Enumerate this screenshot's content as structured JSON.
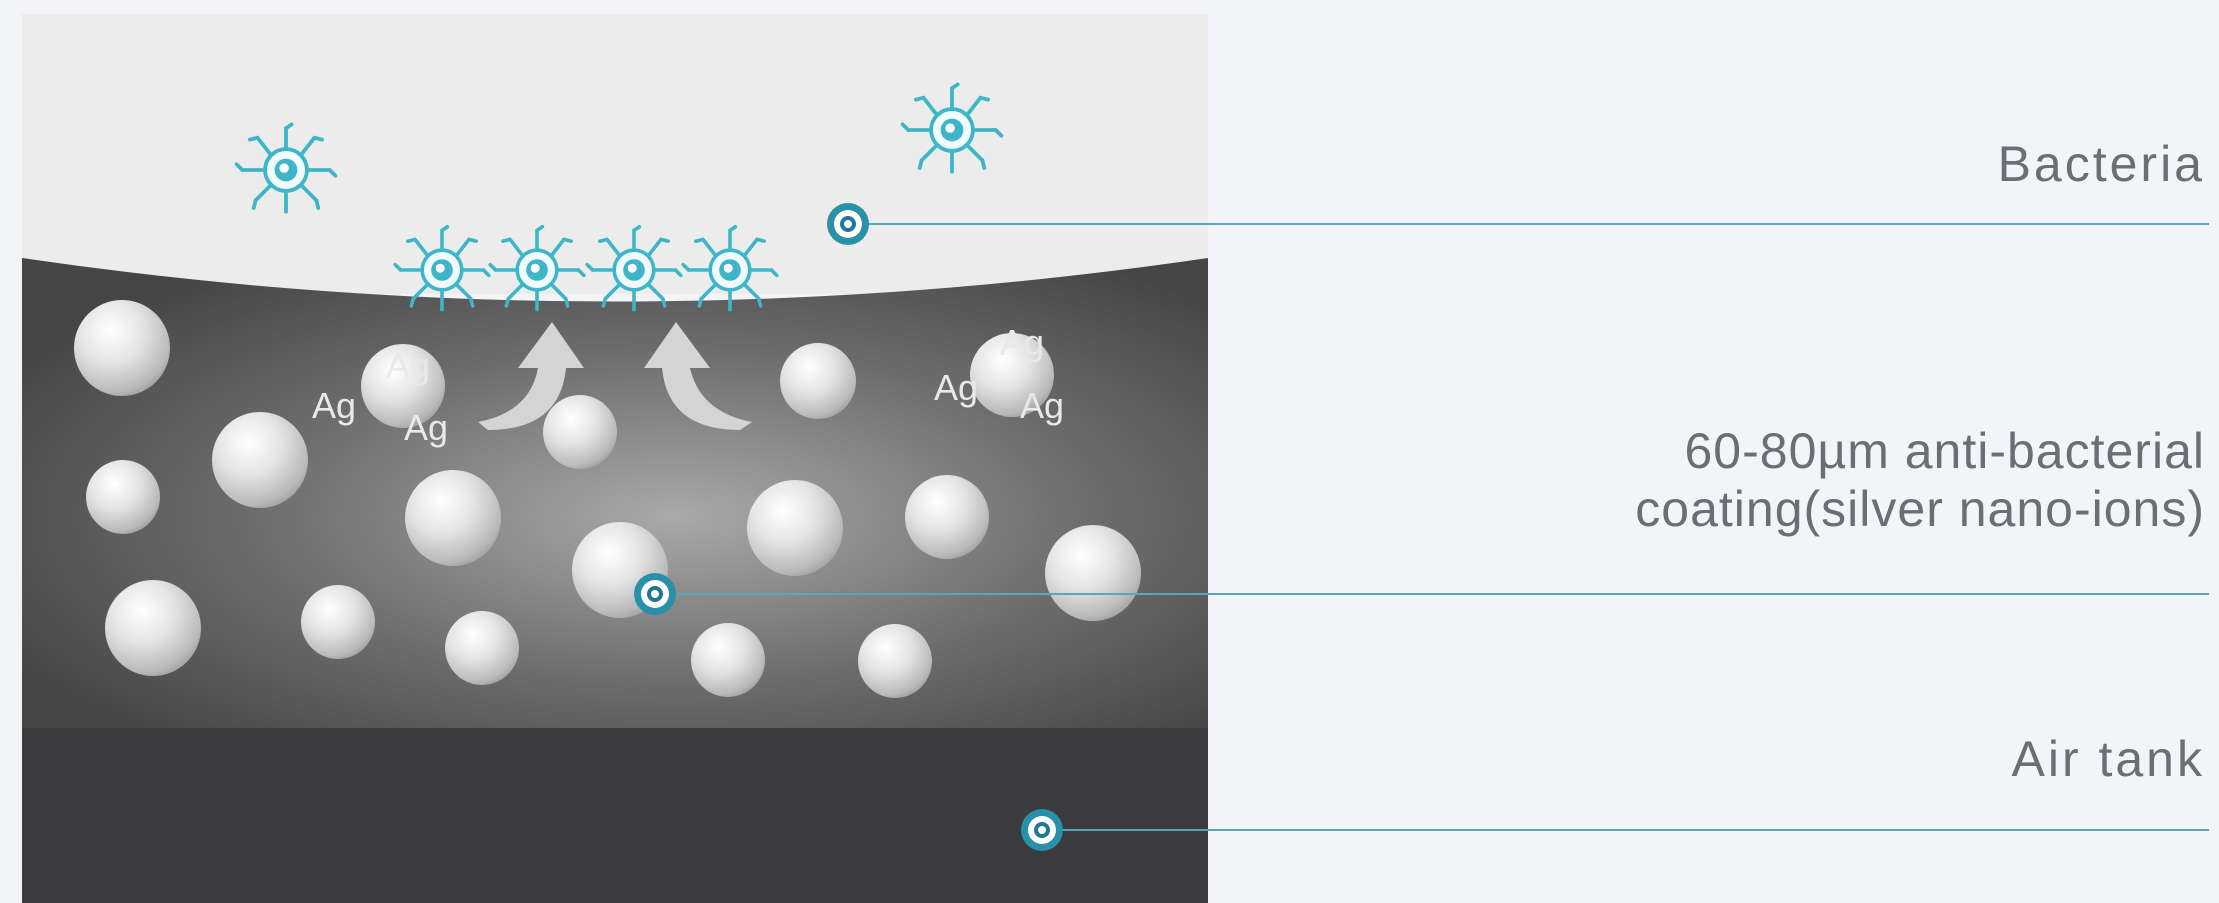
{
  "labels": {
    "bacteria": "Bacteria",
    "coating_line1": "60-80µm anti-bacterial",
    "coating_line2": "coating(silver nano-ions)",
    "air_tank": "Air tank"
  },
  "silver_symbol": "Ag",
  "icons": {
    "bacterium": "bacterium-icon",
    "arrow": "curved-arrow-icon",
    "marker": "callout-dot-icon"
  },
  "colors": {
    "background": "#f3f4f7",
    "coating": "#5a5a5a",
    "air_tank": "#3b3b3e",
    "accent": "#2a8fa8",
    "bacteria": "#3fb6c8",
    "label_text": "#6b6e74"
  }
}
